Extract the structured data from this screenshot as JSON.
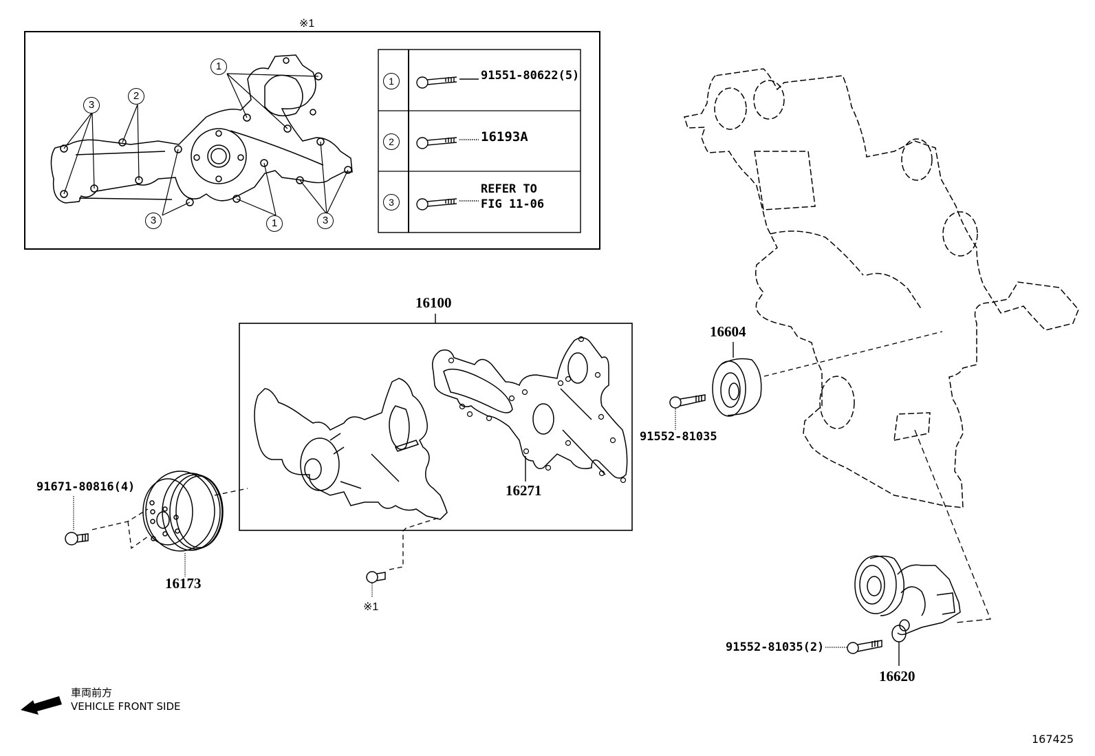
{
  "diagram": {
    "title_ref": "※1",
    "figure_number": "167425",
    "detail_box": {
      "ref_mark": "※1",
      "callouts": [
        "1",
        "2",
        "3"
      ],
      "legend": [
        {
          "key": "1",
          "part": "91551-80622(5)"
        },
        {
          "key": "2",
          "part": "16193A"
        },
        {
          "key": "3",
          "part_line1": "REFER TO",
          "part_line2": "FIG 11-06"
        }
      ]
    },
    "parts": {
      "water_pump_assy": "16100",
      "gasket": "16271",
      "pulley": "16173",
      "pulley_bolt": "91671-80816(4)",
      "idler_pulley": "16604",
      "idler_bolt": "91552-81035",
      "tensioner": "16620",
      "tensioner_bolt": "91552-81035(2)",
      "pump_bolt_ref": "※1"
    },
    "direction": {
      "japanese": "車両前方",
      "english": "VEHICLE FRONT SIDE",
      "icon": "arrow-left-down-icon"
    }
  }
}
